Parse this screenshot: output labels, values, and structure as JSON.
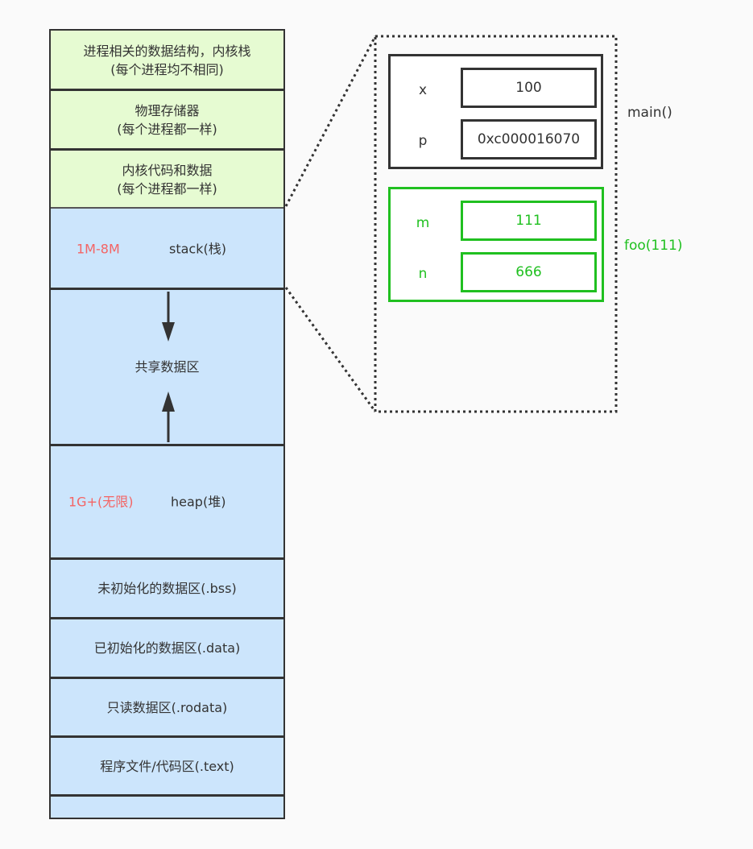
{
  "memory_layout": {
    "segments": [
      {
        "line1": "进程相关的数据结构，内核栈",
        "line2": "(每个进程均不相同)",
        "color": "#e6fbd2"
      },
      {
        "line1": "物理存储器",
        "line2": "(每个进程都一样)",
        "color": "#e6fbd2"
      },
      {
        "line1": "内核代码和数据",
        "line2": "(每个进程都一样)",
        "color": "#e6fbd2"
      },
      {
        "size": "1M-8M",
        "label": "stack(栈)",
        "color": "#cce5fc"
      },
      {
        "label": "共享数据区",
        "color": "#cce5fc"
      },
      {
        "size": "1G+(无限)",
        "label": "heap(堆)",
        "color": "#cce5fc"
      },
      {
        "label": "未初始化的数据区(.bss)",
        "color": "#cce5fc"
      },
      {
        "label": "已初始化的数据区(.data)",
        "color": "#cce5fc"
      },
      {
        "label": "只读数据区(.rodata)",
        "color": "#cce5fc"
      },
      {
        "label": "程序文件/代码区(.text)",
        "color": "#cce5fc"
      },
      {
        "label": "",
        "color": "#cce5fc"
      }
    ],
    "size_color": "#f46464"
  },
  "stack_frames": [
    {
      "name": "main()",
      "color": "#333333",
      "vars": [
        {
          "name": "x",
          "value": "100"
        },
        {
          "name": "p",
          "value": "0xc000016070"
        }
      ]
    },
    {
      "name": "foo(111)",
      "color": "#20c020",
      "vars": [
        {
          "name": "m",
          "value": "111"
        },
        {
          "name": "n",
          "value": "666"
        }
      ]
    }
  ]
}
